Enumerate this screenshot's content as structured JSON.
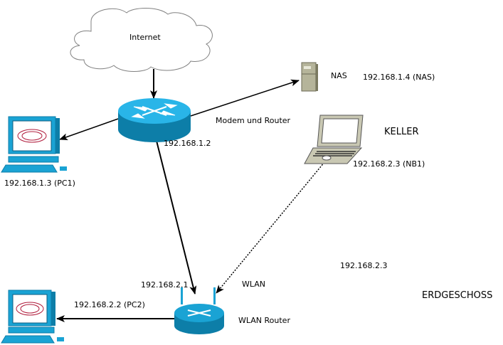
{
  "diagram": {
    "cloud": {
      "label": "Internet"
    },
    "nas": {
      "label": "NAS",
      "ip": "192.168.1.4 (NAS)"
    },
    "modem_router": {
      "label": "Modem und Router",
      "ip": "192.168.1.2"
    },
    "pc1": {
      "ip": "192.168.1.3 (PC1)"
    },
    "notebook": {
      "ip": "192.168.2.3 (NB1)"
    },
    "zones": {
      "upper": "KELLER",
      "lower": "ERDGESCHOSS"
    },
    "floating_ip": "192.168.2.3",
    "wlan_router": {
      "label": "WLAN Router",
      "ip": "192.168.2.1",
      "link_label": "WLAN"
    },
    "pc2": {
      "ip": "192.168.2.2 (PC2)"
    },
    "colors": {
      "device_blue": "#1aa3d4",
      "device_dark": "#0d7ea8",
      "nas_olive": "#b5b49a",
      "laptop_gray": "#c9c8b3"
    }
  }
}
